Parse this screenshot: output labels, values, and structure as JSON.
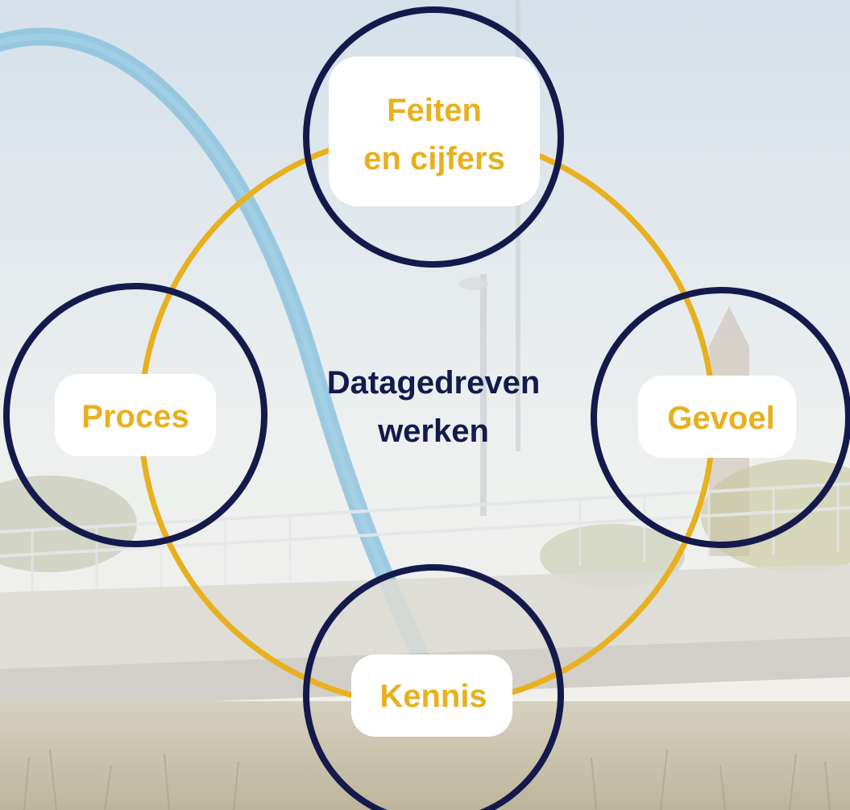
{
  "center": {
    "line1": "Datagedreven",
    "line2": "werken"
  },
  "nodes": {
    "top": {
      "line1": "Feiten",
      "line2": "en cijfers"
    },
    "left": {
      "label": "Proces"
    },
    "right": {
      "label": "Gevoel"
    },
    "bottom": {
      "label": "Kennis"
    }
  },
  "colors": {
    "navy": "#141a4c",
    "gold": "#e8b01f",
    "label_bg": "#ffffff",
    "sky_top": "#d7e2ec",
    "sky_bottom": "#f3f2ee",
    "arch": "#7fbedc",
    "bridge": "#d9d7d1",
    "grass": "#c9c3ae"
  }
}
